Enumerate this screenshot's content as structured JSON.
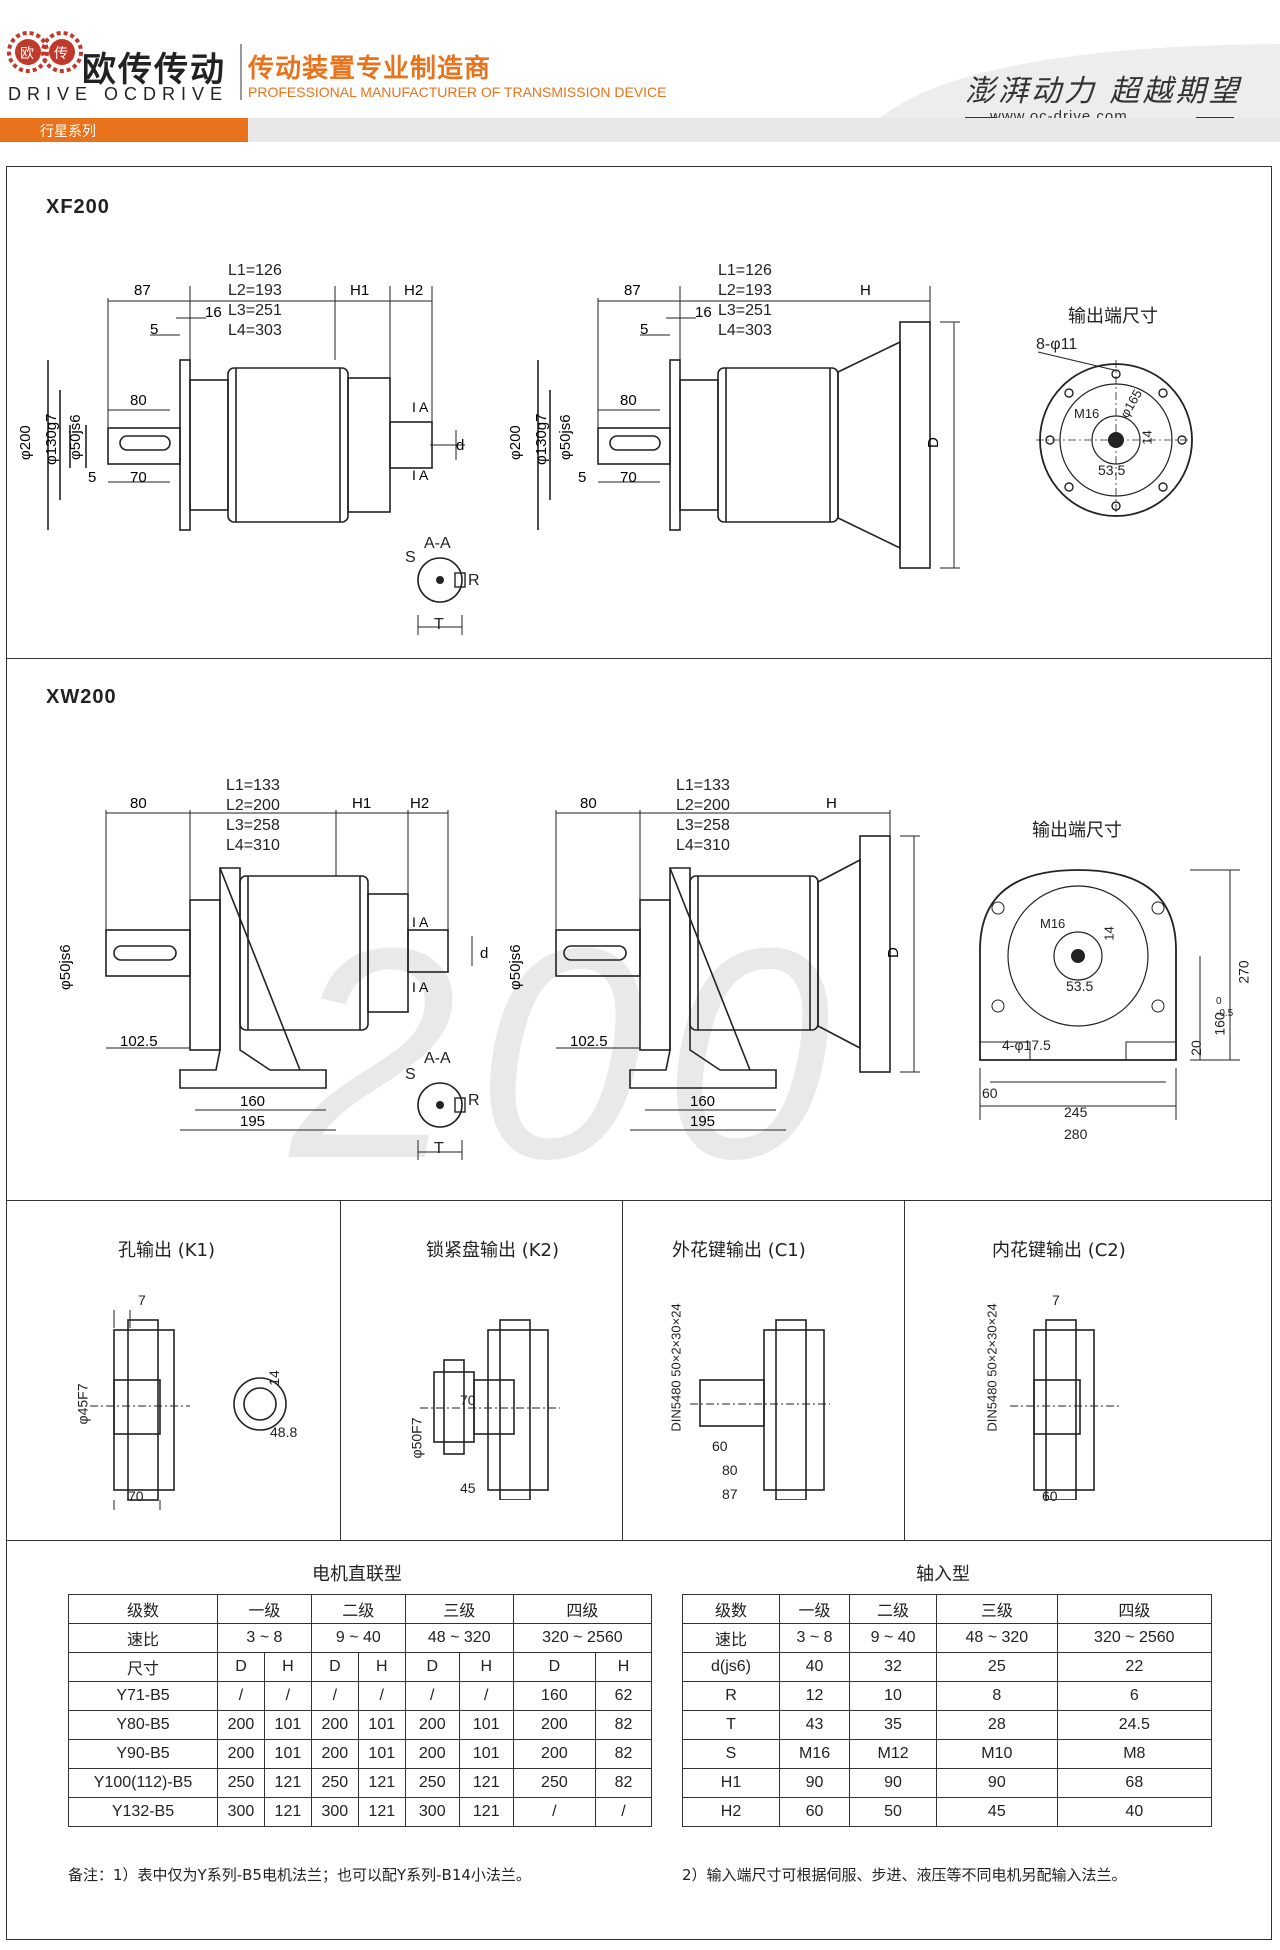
{
  "header": {
    "logo_cn": "欧传传动",
    "logo_en": "DRIVE OCDRIVE",
    "slogan": "传动装置专业制造商",
    "slogan_en": "PROFESSIONAL MANUFACTURER OF TRANSMISSION DEVICE",
    "motto": "澎湃动力 超越期望",
    "website": "www.oc-drive.com",
    "category_tab": "行星系列",
    "logo_badge_1": "欧",
    "logo_badge_2": "传"
  },
  "watermark": "200",
  "xf": {
    "title": "XF200",
    "L1": "L1=126",
    "L2": "L2=193",
    "L3": "L3=251",
    "L4": "L4=303",
    "dim87": "87",
    "dim16": "16",
    "dim5": "5",
    "dim80": "80",
    "dim70": "70",
    "dim5b": "5",
    "H1": "H1",
    "H2": "H2",
    "H": "H",
    "D": "D",
    "d": "d",
    "phi200": "φ200",
    "phi130": "φ130g7",
    "phi50": "φ50js6",
    "secA": "A",
    "secAA": "A-A",
    "S": "S",
    "T": "T",
    "R": "R",
    "output_title": "输出端尺寸",
    "holes": "8-φ11",
    "M16": "M16",
    "phi165": "φ165",
    "dim14": "14",
    "dim535": "53.5"
  },
  "xw": {
    "title": "XW200",
    "L1": "L1=133",
    "L2": "L2=200",
    "L3": "L3=258",
    "L4": "L4=310",
    "dim80": "80",
    "dim1025": "102.5",
    "dim160": "160",
    "dim195": "195",
    "H1": "H1",
    "H2": "H2",
    "H": "H",
    "D": "D",
    "d": "d",
    "phi50": "φ50js6",
    "secA": "A",
    "secAA": "A-A",
    "S": "S",
    "T": "T",
    "R": "R",
    "output_title": "输出端尺寸",
    "M16": "M16",
    "dim14": "14",
    "dim535": "53.5",
    "holes": "4-φ17.5",
    "dim270": "270",
    "dim20": "20",
    "dim160tol": "160",
    "tol_up": "0",
    "tol_dn": "-0.5",
    "dim60": "60",
    "dim245": "245",
    "dim280": "280"
  },
  "variants": [
    {
      "title": "孔输出 (K1)",
      "dims": [
        "7",
        "φ45F7",
        "14",
        "48.8",
        "70"
      ]
    },
    {
      "title": "锁紧盘输出 (K2)",
      "dims": [
        "70",
        "φ50F7",
        "45"
      ]
    },
    {
      "title": "外花键输出 (C1)",
      "dims": [
        "DIN5480 50×2×30×24",
        "60",
        "80",
        "87"
      ]
    },
    {
      "title": "内花键输出 (C2)",
      "dims": [
        "7",
        "DIN5480 50×2×30×24",
        "60"
      ]
    }
  ],
  "table_motor": {
    "title": "电机直联型",
    "h_level": "级数",
    "levels": [
      "一级",
      "二级",
      "三级",
      "四级"
    ],
    "h_ratio": "速比",
    "ratios": [
      "3 ~ 8",
      "9 ~ 40",
      "48 ~ 320",
      "320 ~ 2560"
    ],
    "h_size": "尺寸",
    "D": "D",
    "H": "H",
    "rows": [
      {
        "name": "Y71-B5",
        "v": [
          "/",
          "/",
          "/",
          "/",
          "/",
          "/",
          "160",
          "62"
        ]
      },
      {
        "name": "Y80-B5",
        "v": [
          "200",
          "101",
          "200",
          "101",
          "200",
          "101",
          "200",
          "82"
        ]
      },
      {
        "name": "Y90-B5",
        "v": [
          "200",
          "101",
          "200",
          "101",
          "200",
          "101",
          "200",
          "82"
        ]
      },
      {
        "name": "Y100(112)-B5",
        "v": [
          "250",
          "121",
          "250",
          "121",
          "250",
          "121",
          "250",
          "82"
        ]
      },
      {
        "name": "Y132-B5",
        "v": [
          "300",
          "121",
          "300",
          "121",
          "300",
          "121",
          "/",
          "/"
        ]
      }
    ]
  },
  "table_shaft": {
    "title": "轴入型",
    "h_level": "级数",
    "levels": [
      "一级",
      "二级",
      "三级",
      "四级"
    ],
    "h_ratio": "速比",
    "ratios": [
      "3 ~ 8",
      "9 ~ 40",
      "48 ~ 320",
      "320 ~ 2560"
    ],
    "rows": [
      {
        "name": "d(js6)",
        "v": [
          "40",
          "32",
          "25",
          "22"
        ]
      },
      {
        "name": "R",
        "v": [
          "12",
          "10",
          "8",
          "6"
        ]
      },
      {
        "name": "T",
        "v": [
          "43",
          "35",
          "28",
          "24.5"
        ]
      },
      {
        "name": "S",
        "v": [
          "M16",
          "M12",
          "M10",
          "M8"
        ]
      },
      {
        "name": "H1",
        "v": [
          "90",
          "90",
          "90",
          "68"
        ]
      },
      {
        "name": "H2",
        "v": [
          "60",
          "50",
          "45",
          "40"
        ]
      }
    ]
  },
  "notes": {
    "n1": "备注：1）表中仅为Y系列-B5电机法兰；也可以配Y系列-B14小法兰。",
    "n2": "2）输入端尺寸可根据伺服、步进、液压等不同电机另配输入法兰。"
  }
}
